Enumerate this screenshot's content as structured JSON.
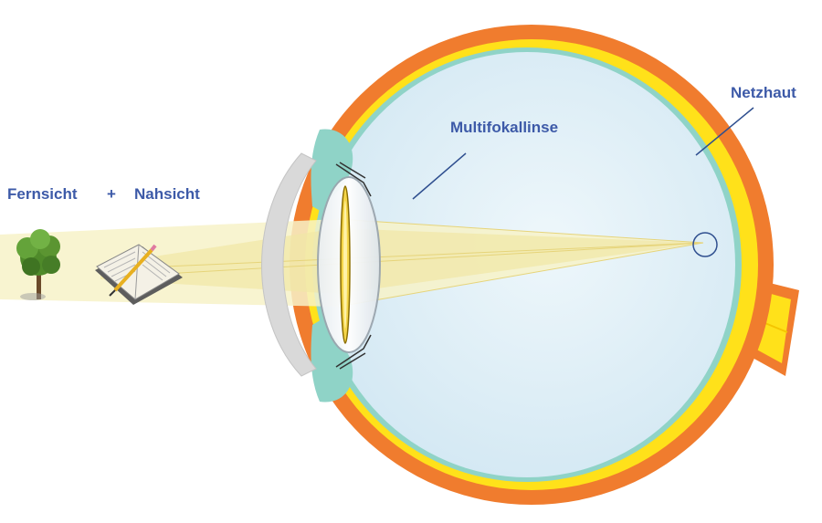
{
  "labels": {
    "far": "Fernsicht",
    "plus": "+",
    "near": "Nahsicht",
    "lens": "Multifokallinse",
    "retina": "Netzhaut"
  },
  "icons": {
    "far_object": "tree-icon",
    "near_object": "book-with-pencil-icon"
  },
  "colors": {
    "label": "#3d5aa8",
    "sclera": "#f07c2e",
    "retina": "#ffe11a",
    "choroid": "#8fd3c7",
    "vitreous": "#dcedf6",
    "cornea": "#d9d9d9",
    "light_beam": "#f7f2c8",
    "leader_line": "#2f4f8f"
  }
}
